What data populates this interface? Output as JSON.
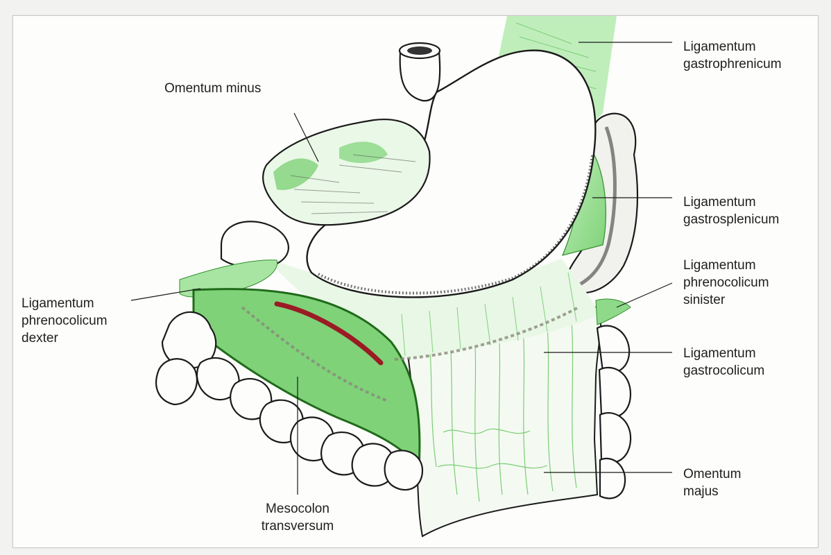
{
  "colors": {
    "ligament_green": "#8fd98a",
    "deep_green": "#2f8f2a",
    "outline": "#1a1a1a",
    "vessel_red": "#9a1b24",
    "background": "#fdfdfb"
  },
  "labels": {
    "omentum_minus": {
      "lines": [
        "Omentum minus"
      ]
    },
    "lig_gastrophrenicum": {
      "lines": [
        "Ligamentum",
        "gastrophrenicum"
      ]
    },
    "lig_gastrosplenicum": {
      "lines": [
        "Ligamentum",
        "gastrosplenicum"
      ]
    },
    "lig_phrenocolicum_sinister": {
      "lines": [
        "Ligamentum",
        "phrenocolicum",
        "sinister"
      ]
    },
    "lig_phrenocolicum_dexter": {
      "lines": [
        "Ligamentum",
        "phrenocolicum",
        "dexter"
      ]
    },
    "lig_gastrocolicum": {
      "lines": [
        "Ligamentum",
        "gastrocolicum"
      ]
    },
    "omentum_majus": {
      "lines": [
        "Omentum",
        "majus"
      ]
    },
    "mesocolon_transversum": {
      "lines": [
        "Mesocolon",
        "transversum"
      ]
    }
  }
}
